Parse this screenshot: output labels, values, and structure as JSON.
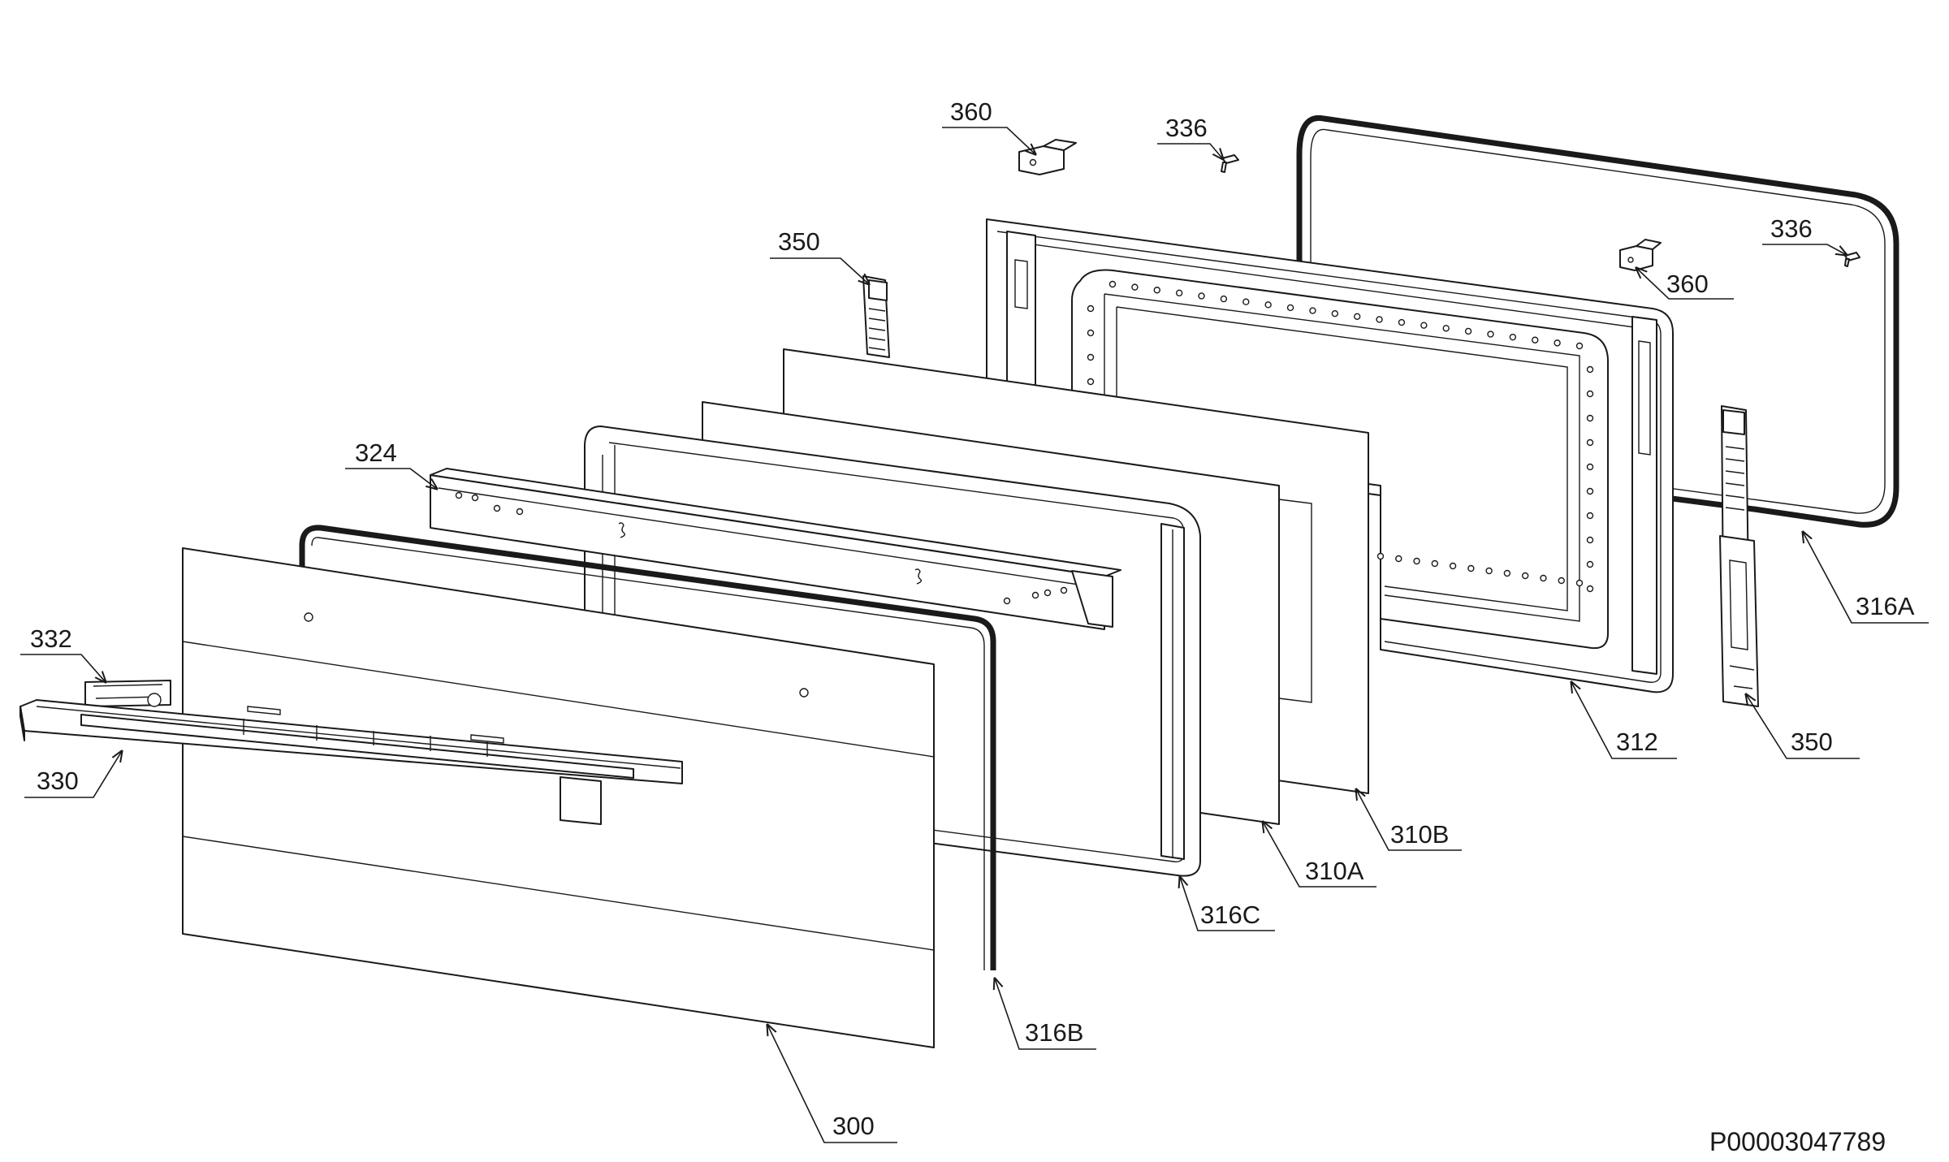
{
  "diagram": {
    "drawing_number": "P00003047789",
    "callouts": [
      {
        "id": "c360a",
        "text": "360"
      },
      {
        "id": "c336a",
        "text": "336"
      },
      {
        "id": "c350a",
        "text": "350"
      },
      {
        "id": "c336b",
        "text": "336"
      },
      {
        "id": "c360b",
        "text": "360"
      },
      {
        "id": "c324",
        "text": "324"
      },
      {
        "id": "c316a",
        "text": "316A"
      },
      {
        "id": "c332",
        "text": "332"
      },
      {
        "id": "c312",
        "text": "312"
      },
      {
        "id": "c350b",
        "text": "350"
      },
      {
        "id": "c330",
        "text": "330"
      },
      {
        "id": "c310b",
        "text": "310B"
      },
      {
        "id": "c310a",
        "text": "310A"
      },
      {
        "id": "c316c",
        "text": "316C"
      },
      {
        "id": "c316b",
        "text": "316B"
      },
      {
        "id": "c300",
        "text": "300"
      }
    ]
  }
}
